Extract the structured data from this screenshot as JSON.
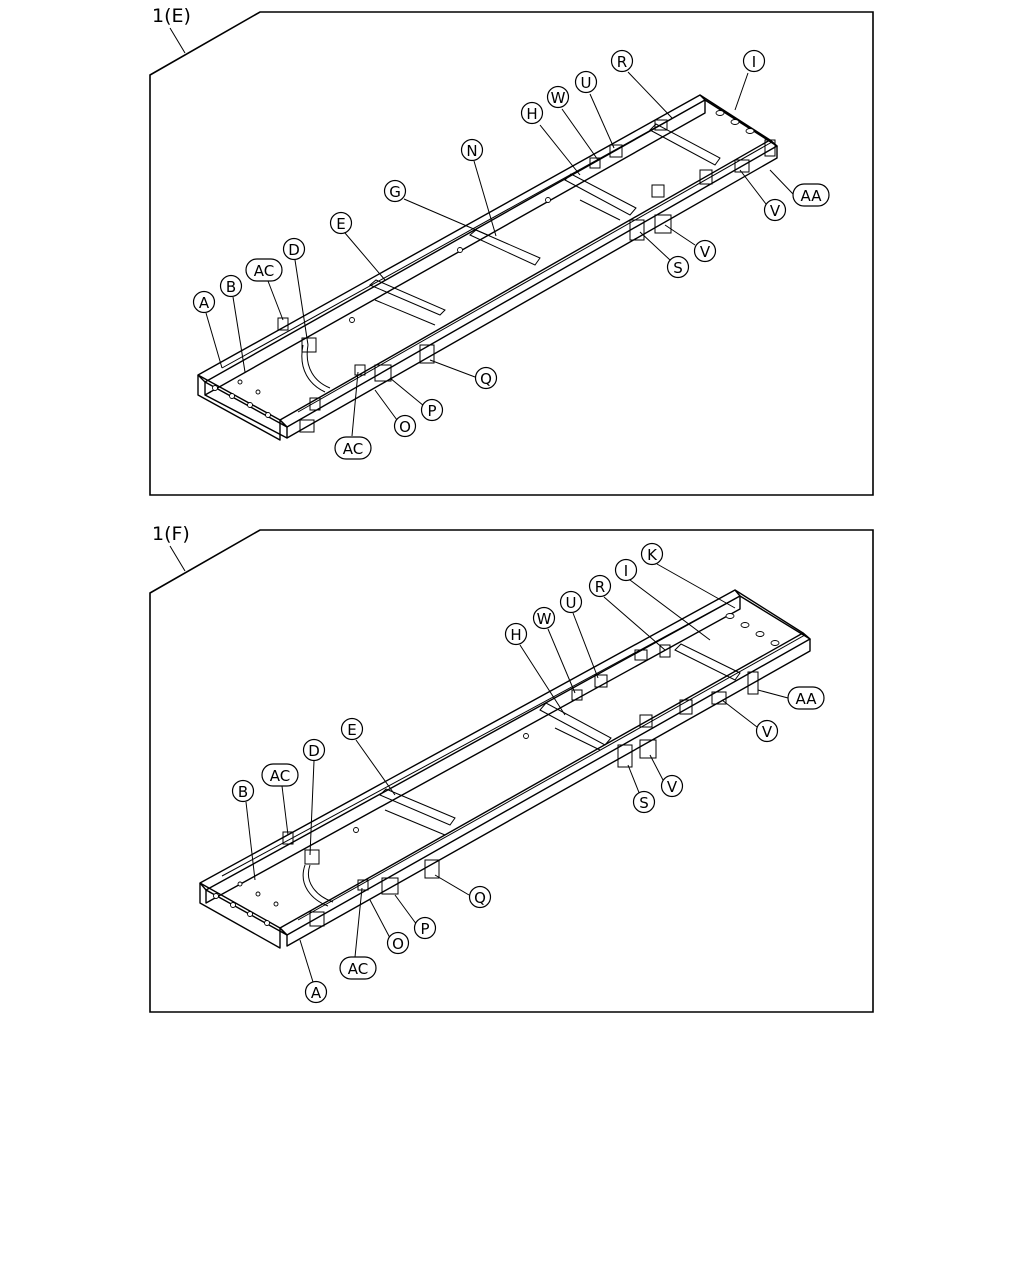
{
  "figures": [
    {
      "id": "E",
      "tab_label": "1(E)",
      "callouts": {
        "a": "A",
        "b": "B",
        "ac_top": "AC",
        "d": "D",
        "e": "E",
        "g": "G",
        "n": "N",
        "h": "H",
        "w": "W",
        "u": "U",
        "r": "R",
        "i": "I",
        "aa": "AA",
        "v1": "V",
        "v2": "V",
        "s": "S",
        "q": "Q",
        "p": "P",
        "o": "O",
        "ac_bottom": "AC"
      }
    },
    {
      "id": "F",
      "tab_label": "1(F)",
      "callouts": {
        "a": "A",
        "b": "B",
        "ac_top": "AC",
        "d": "D",
        "e": "E",
        "h": "H",
        "w": "W",
        "u": "U",
        "r": "R",
        "i": "I",
        "k": "K",
        "aa": "AA",
        "v1": "V",
        "v2": "V",
        "s": "S",
        "q": "Q",
        "p": "P",
        "o": "O",
        "ac_bottom": "AC"
      }
    }
  ]
}
